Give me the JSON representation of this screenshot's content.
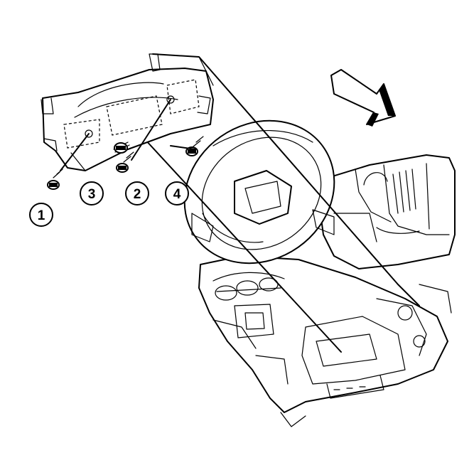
{
  "diagram": {
    "callouts": [
      {
        "id": "callout-1",
        "label": "1"
      },
      {
        "id": "callout-3",
        "label": "3"
      },
      {
        "id": "callout-2",
        "label": "2"
      },
      {
        "id": "callout-4",
        "label": "4"
      }
    ],
    "colors": {
      "line": "#000000",
      "background": "#ffffff"
    },
    "icons": [
      "direction-arrow-icon",
      "bolt-icon"
    ]
  }
}
